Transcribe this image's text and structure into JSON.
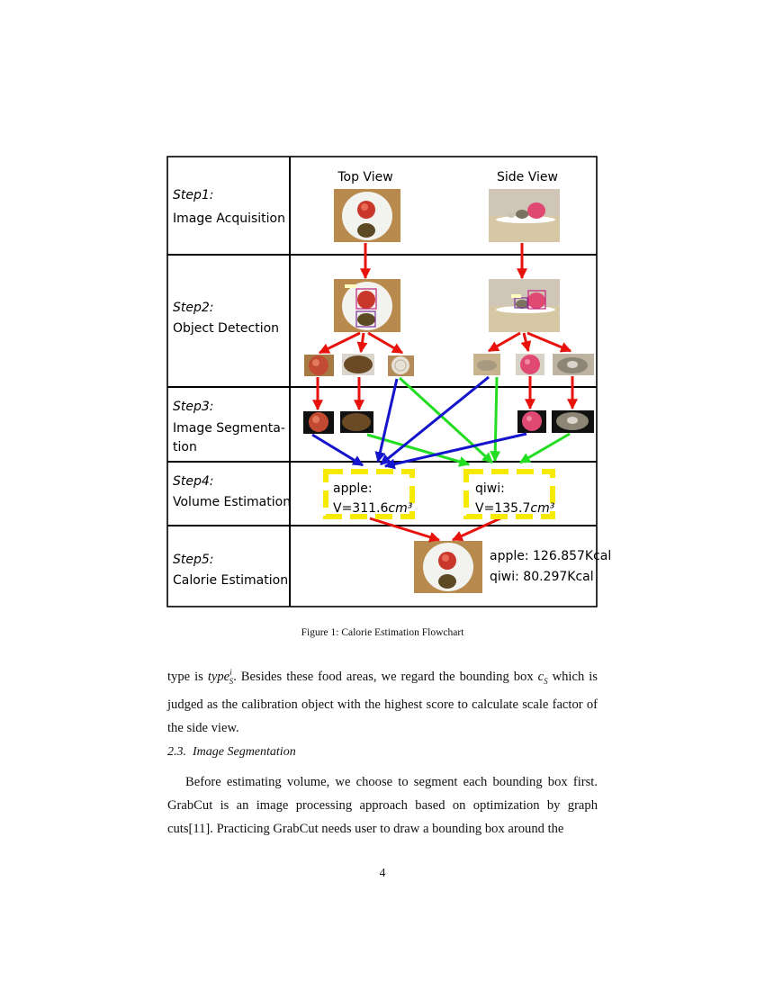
{
  "figure": {
    "column_headers": {
      "top_view": "Top View",
      "side_view": "Side View"
    },
    "steps": [
      {
        "step": "Step1:",
        "name_lines": [
          "Image Acquisition"
        ]
      },
      {
        "step": "Step2:",
        "name_lines": [
          "Object Detection"
        ]
      },
      {
        "step": "Step3:",
        "name_lines": [
          "Image Segmenta-",
          "tion"
        ]
      },
      {
        "step": "Step4:",
        "name_lines": [
          "Volume Estimation"
        ]
      },
      {
        "step": "Step5:",
        "name_lines": [
          "Calorie Estimation"
        ]
      }
    ],
    "volume_results": [
      {
        "food": "apple:",
        "value": "V=311.6",
        "unit": "cm³"
      },
      {
        "food": "qiwi:",
        "value": "V=135.7",
        "unit": "cm³"
      }
    ],
    "calorie_results": [
      "apple: 126.857Kcal",
      "qiwi: 80.297Kcal"
    ],
    "arrow_colors": {
      "red": "#e8120c",
      "green": "#22dd22",
      "blue": "#1414cc",
      "yellow": "#f5ea00"
    },
    "caption": "Figure 1: Calorie Estimation Flowchart"
  },
  "text": {
    "para1": {
      "pre": "type is ",
      "symbol": "type",
      "symbol_sup": "i",
      "symbol_sub": "S",
      "mid": ". Besides these food areas, we regard the bounding box ",
      "symbol2": "c",
      "symbol2_sub": "S",
      "post": " which is judged as the calibration object with the highest score to calculate scale factor of the side view."
    },
    "section_number": "2.3.",
    "section_title": "Image Segmentation",
    "para2": "Before estimating volume, we choose to segment each bounding box first. GrabCut is an image processing approach based on optimization by graph cuts[11]. Practicing GrabCut needs user to draw a bounding box around the"
  },
  "page_number": "4"
}
